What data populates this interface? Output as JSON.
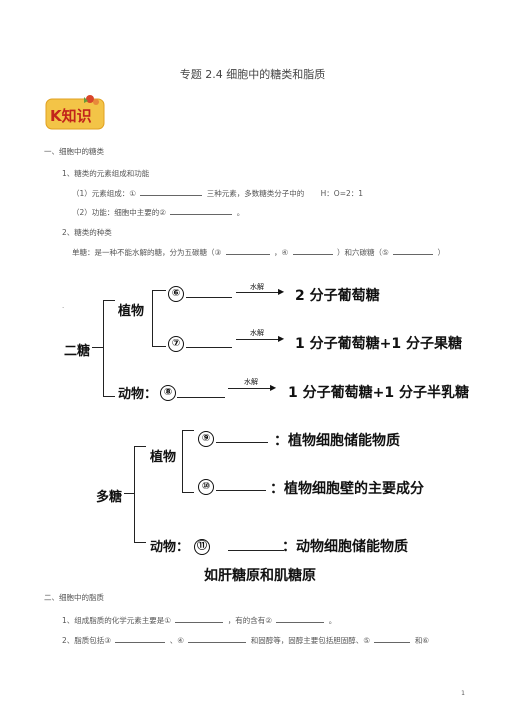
{
  "title": "专题 2.4  细胞中的糖类和脂质",
  "badge": {
    "label": "K知识"
  },
  "section1": {
    "heading": "一、细胞中的糖类",
    "item1": "1、糖类的元素组成和功能",
    "item1_line1_a": "（1）元素组成：①",
    "item1_line1_b": "三种元素，多数糖类分子中的",
    "item1_line1_c": "H：O=2：1",
    "item1_line2_a": "（2）功能：细胞中主要的②",
    "item1_line2_b": "。",
    "item2": "2、糖类的种类",
    "mono_a": "单糖：是一种不能水解的糖，分为五碳糖（③",
    "mono_b": "，④",
    "mono_c": "）和六碳糖（⑤",
    "mono_d": "）"
  },
  "disaccharide": {
    "label": "二糖",
    "plant": "植物",
    "animal": "动物：",
    "num6": "⑥",
    "num7": "⑦",
    "num8": "⑧",
    "hydrolysis": "水解",
    "result6": "2 分子葡萄糖",
    "result7": "1 分子葡萄糖+1 分子果糖",
    "result8": "1 分子葡萄糖+1 分子半乳糖"
  },
  "polysaccharide": {
    "label": "多糖",
    "plant": "植物",
    "animal": "动物：",
    "num9": "⑨",
    "num10": "⑩",
    "num11": "⑪",
    "desc9": "：植物细胞储能物质",
    "desc10": "：植物细胞壁的主要成分",
    "desc11": "：动物细胞储能物质",
    "example": "如肝糖原和肌糖原"
  },
  "section2": {
    "heading": "二、细胞中的脂质",
    "item1_a": "1、组成脂质的化学元素主要是①",
    "item1_b": "，有的含有②",
    "item1_c": "。",
    "item2_a": "2、脂质包括③",
    "item2_b": "、④",
    "item2_c": "和固醇等，固醇主要包括胆固醇、⑤",
    "item2_d": "和⑥"
  },
  "page_number": "1"
}
